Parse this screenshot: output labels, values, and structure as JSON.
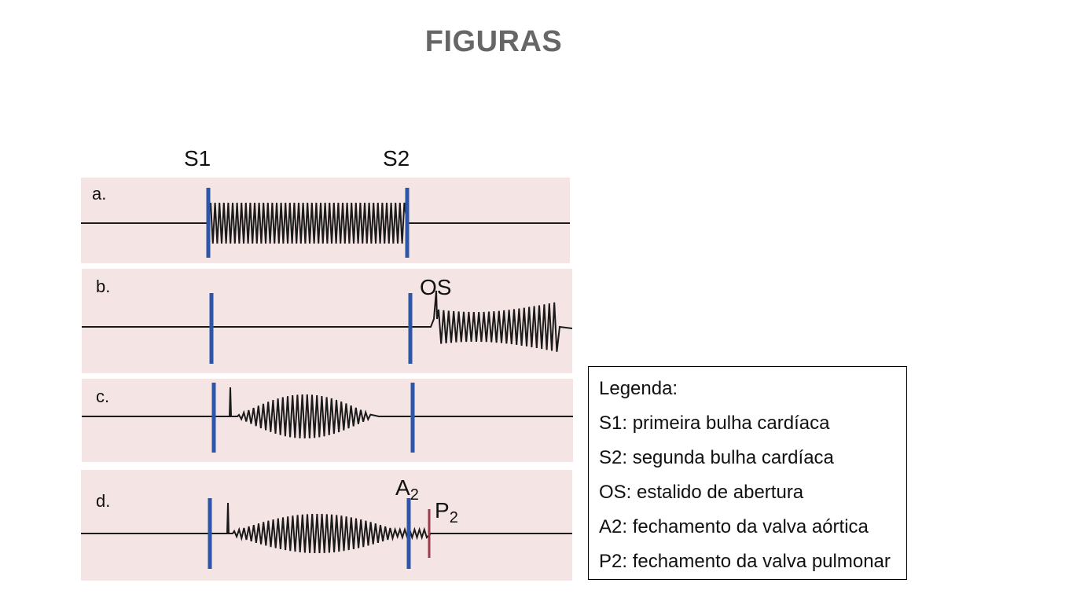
{
  "title": "FIGURAS",
  "top_labels": {
    "s1": "S1",
    "s2": "S2"
  },
  "panels": [
    {
      "label": "a."
    },
    {
      "label": "b.",
      "marker": "OS"
    },
    {
      "label": "c."
    },
    {
      "label": "d.",
      "marker_a": "A",
      "marker_a_sub": "2",
      "marker_p": "P",
      "marker_p_sub": "2"
    }
  ],
  "legend": {
    "heading": "Legenda:",
    "items": [
      "S1: primeira bulha cardíaca",
      "S2: segunda bulha cardíaca",
      "OS: estalido de abertura",
      "A2: fechamento da valva aórtica",
      "P2: fechamento da valva pulmonar"
    ]
  },
  "colors": {
    "panel_bg": "#f5e4e4",
    "marker_blue": "#2d55a8",
    "marker_p2": "#9a3a4a",
    "trace": "#1a1a1a",
    "title": "#666666"
  }
}
